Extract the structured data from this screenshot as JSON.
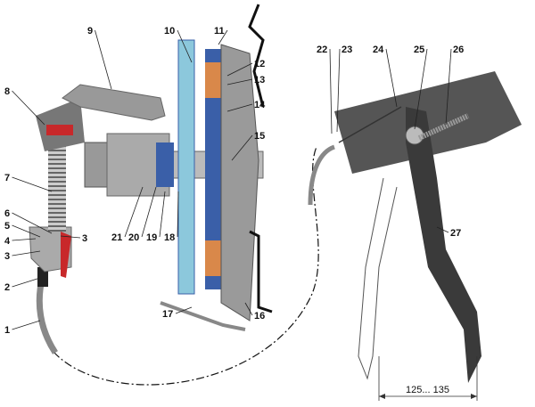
{
  "labels": [
    "1",
    "2",
    "3",
    "3",
    "4",
    "5",
    "6",
    "7",
    "8",
    "9",
    "10",
    "11",
    "12",
    "13",
    "14",
    "15",
    "16",
    "17",
    "18",
    "19",
    "20",
    "21",
    "22",
    "23",
    "24",
    "25",
    "26",
    "27"
  ],
  "dimension": "125... 135",
  "colors": {
    "steel": "#9a9a9a",
    "dark": "#3a3a3a",
    "blue": "#3a5fa8",
    "lightblue": "#8cc8dc",
    "orange": "#d9884a",
    "red": "#c8282a"
  }
}
